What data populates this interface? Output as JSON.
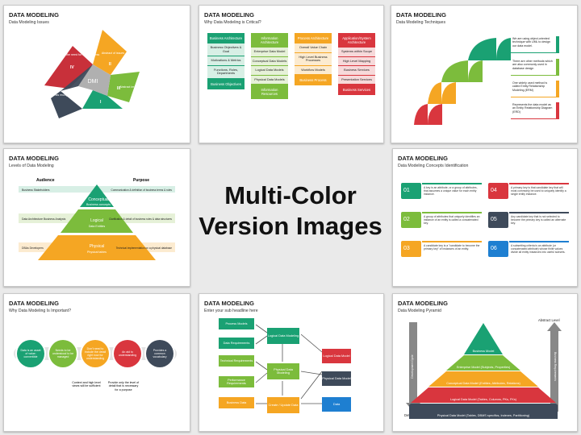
{
  "center": {
    "line1": "Multi-Color",
    "line2": "Version Images"
  },
  "s1": {
    "title": "DATA MODELING",
    "subtitle": "Data Modeling Issues",
    "center_label": "DMI",
    "numerals": [
      "I",
      "II",
      "III",
      "IV",
      "V"
    ],
    "texts": [
      "Reduces the need for complexness",
      "Abstract of issues",
      "Abstract imposes",
      "Relational level aims at complex technique",
      "Has multiple models"
    ]
  },
  "s2": {
    "title": "DATA MODELING",
    "subtitle": "Why Data Modeling is Critical?",
    "columns": [
      {
        "header": "Business Architecture",
        "items": [
          "Business Objectives & Goal",
          "Motivations & Metrics",
          "Functions, Roles, Departments"
        ],
        "footer": "Business Objectives",
        "color": "#1aa173",
        "light": "#d7efe5"
      },
      {
        "header": "Information Architecture",
        "items": [
          "Enterprise Data Model",
          "Conceptual Data Models",
          "Logical Data Models",
          "Physical Data Models"
        ],
        "footer": "Information Resources",
        "color": "#7cbc3c",
        "light": "#e6f1d8"
      },
      {
        "header": "Process Architecture",
        "items": [
          "Overall Value Chain",
          "High Level Business Processes",
          "Workflow Models"
        ],
        "footer": "Business Process",
        "color": "#f5a623",
        "light": "#fcebd0"
      },
      {
        "header": "Application/System Architecture",
        "items": [
          "Systems within Scope",
          "High Level Mapping",
          "Business Services",
          "Presentation Services"
        ],
        "footer": "Business Services",
        "color": "#d9363e",
        "light": "#f7d9da"
      }
    ]
  },
  "s3": {
    "title": "DATA MODELING",
    "subtitle": "Data Modeling Techniques",
    "items": [
      {
        "text": "We are using object-oriented technique with UML to design our data model.",
        "color": "#1aa173"
      },
      {
        "text": "There are other methods which are also commonly used in database design",
        "color": "#7cbc3c"
      },
      {
        "text": "One widely used method is called Entity Relationship Modeling (ERM)",
        "color": "#f5a623"
      },
      {
        "text": "Represents the data model as an Entity Relationship Diagram (ERD)",
        "color": "#d9363e"
      }
    ]
  },
  "s4": {
    "title": "DATA MODELING",
    "subtitle": "Levels of Data Modeling",
    "audience": "Audience",
    "purpose": "Purpose",
    "levels": [
      {
        "name": "Conceptual",
        "sub": "Business concepts",
        "left": "Business Stakeholders",
        "right": "Communication & definition of business terms & rules",
        "color": "#1aa173"
      },
      {
        "name": "Logical",
        "sub": "Data Entities",
        "left": "Data Architecture Business Analysts",
        "right": "Clarification & detail of business rules & data structures",
        "color": "#7cbc3c"
      },
      {
        "name": "Physical",
        "sub": "Physical tables",
        "left": "DBAs Developers",
        "right": "Technical implementation on a physical database",
        "color": "#f5a623"
      }
    ]
  },
  "s5": {
    "title": "DATA MODELING",
    "subtitle": "Data Modeling Concepts Identification",
    "items": [
      {
        "num": "01",
        "text": "A key is an attribute, or a group of attributes, that assumes a unique value for each entity instance.",
        "color": "#1aa173"
      },
      {
        "num": "02",
        "text": "A group of attributes that uniquely identifies an instance of an entity is called a concatenated key.",
        "color": "#7cbc3c"
      },
      {
        "num": "03",
        "text": "A candidate key is a \"candidate to become the primary key\" of instances of an entity.",
        "color": "#f5a623"
      },
      {
        "num": "04",
        "text": "A primary key is that candidate key that will most commonly be used to uniquely identify a single entity instance.",
        "color": "#d9363e"
      },
      {
        "num": "05",
        "text": "Any candidate key that is not selected to become the primary key is called an alternate key.",
        "color": "#3e4a5a"
      },
      {
        "num": "06",
        "text": "A subsetting criteria is an attribute (or concatenated attribute) whose finite values divide all entity instances into useful subsets.",
        "color": "#1e7fd1"
      }
    ]
  },
  "s6": {
    "title": "DATA MODELING",
    "subtitle": "Why Data Modeling Is Important?",
    "circles": [
      {
        "text": "Data is an asset of value: convertible",
        "color": "#1aa173"
      },
      {
        "text": "Needs to be understood to be managed",
        "color": "#7cbc3c"
      },
      {
        "text": "Don't need to include the detail right now for understanding",
        "color": "#f5a623"
      },
      {
        "text": "An aid to understanding",
        "color": "#d9363e"
      },
      {
        "text": "Provides a common vocabulary",
        "color": "#3e4a5a"
      }
    ],
    "notes": [
      "Context and high level views will be sufficient",
      "Provide only the level of detail that is necessary for a purpose"
    ]
  },
  "s7": {
    "title": "DATA MODELING",
    "subtitle": "Enter your sub headline here",
    "left": [
      "Process Models",
      "Data Requirements",
      "Technical Requirements",
      "Performance Requirements",
      "Business Data"
    ],
    "mid": [
      "Logical Data Modeling",
      "Physical Data Modeling",
      "Create / Update Data"
    ],
    "right": [
      "Logical Data Model",
      "Physical Data Model",
      "Data"
    ]
  },
  "s8": {
    "title": "DATA MODELING",
    "subtitle": "Data Modeling Pyramid",
    "abstract": "Abstract Level",
    "detail": "Detail Level",
    "dev": "Development Cycle",
    "need": "Business Requirements",
    "layers": [
      {
        "text": "Business Model",
        "color": "#1aa173"
      },
      {
        "text": "Enterprise Model (Subjects, Properties)",
        "color": "#7cbc3c"
      },
      {
        "text": "Conceptual Data Model (Entities, Attributes, Relations)",
        "color": "#f5a623"
      },
      {
        "text": "Logical Data Model (Tables, Columns, PKs, FKs)",
        "color": "#d9363e"
      },
      {
        "text": "Physical Data Model (Tables, DBMS specifics, Indexes, Partitioning)",
        "color": "#3e4a5a"
      }
    ]
  }
}
